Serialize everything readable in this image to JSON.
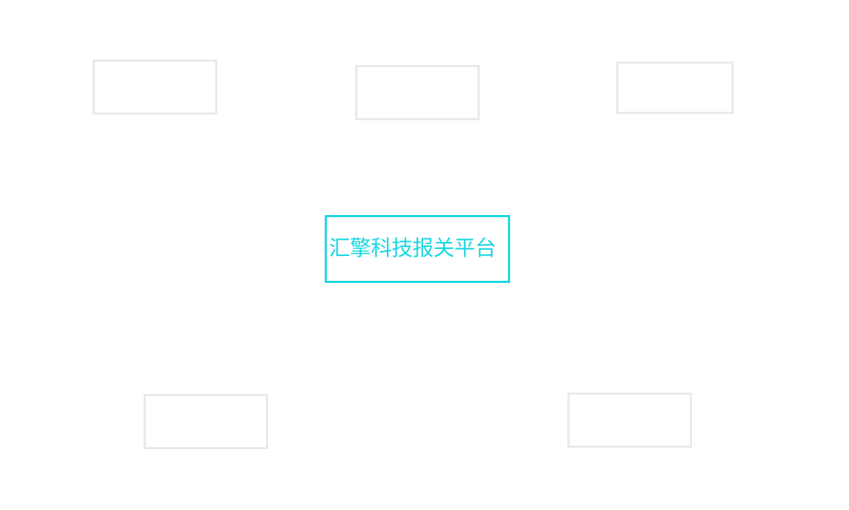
{
  "diagram": {
    "center_node": {
      "label": "汇擎科技报关平台"
    },
    "nodes": [
      {
        "id": "top-left",
        "label": ""
      },
      {
        "id": "top-center",
        "label": ""
      },
      {
        "id": "top-right",
        "label": ""
      },
      {
        "id": "bottom-left",
        "label": ""
      },
      {
        "id": "bottom-right",
        "label": ""
      }
    ]
  },
  "colors": {
    "accent": "#1ad8e2",
    "node_border": "#e9e9e9",
    "background": "#ffffff"
  }
}
